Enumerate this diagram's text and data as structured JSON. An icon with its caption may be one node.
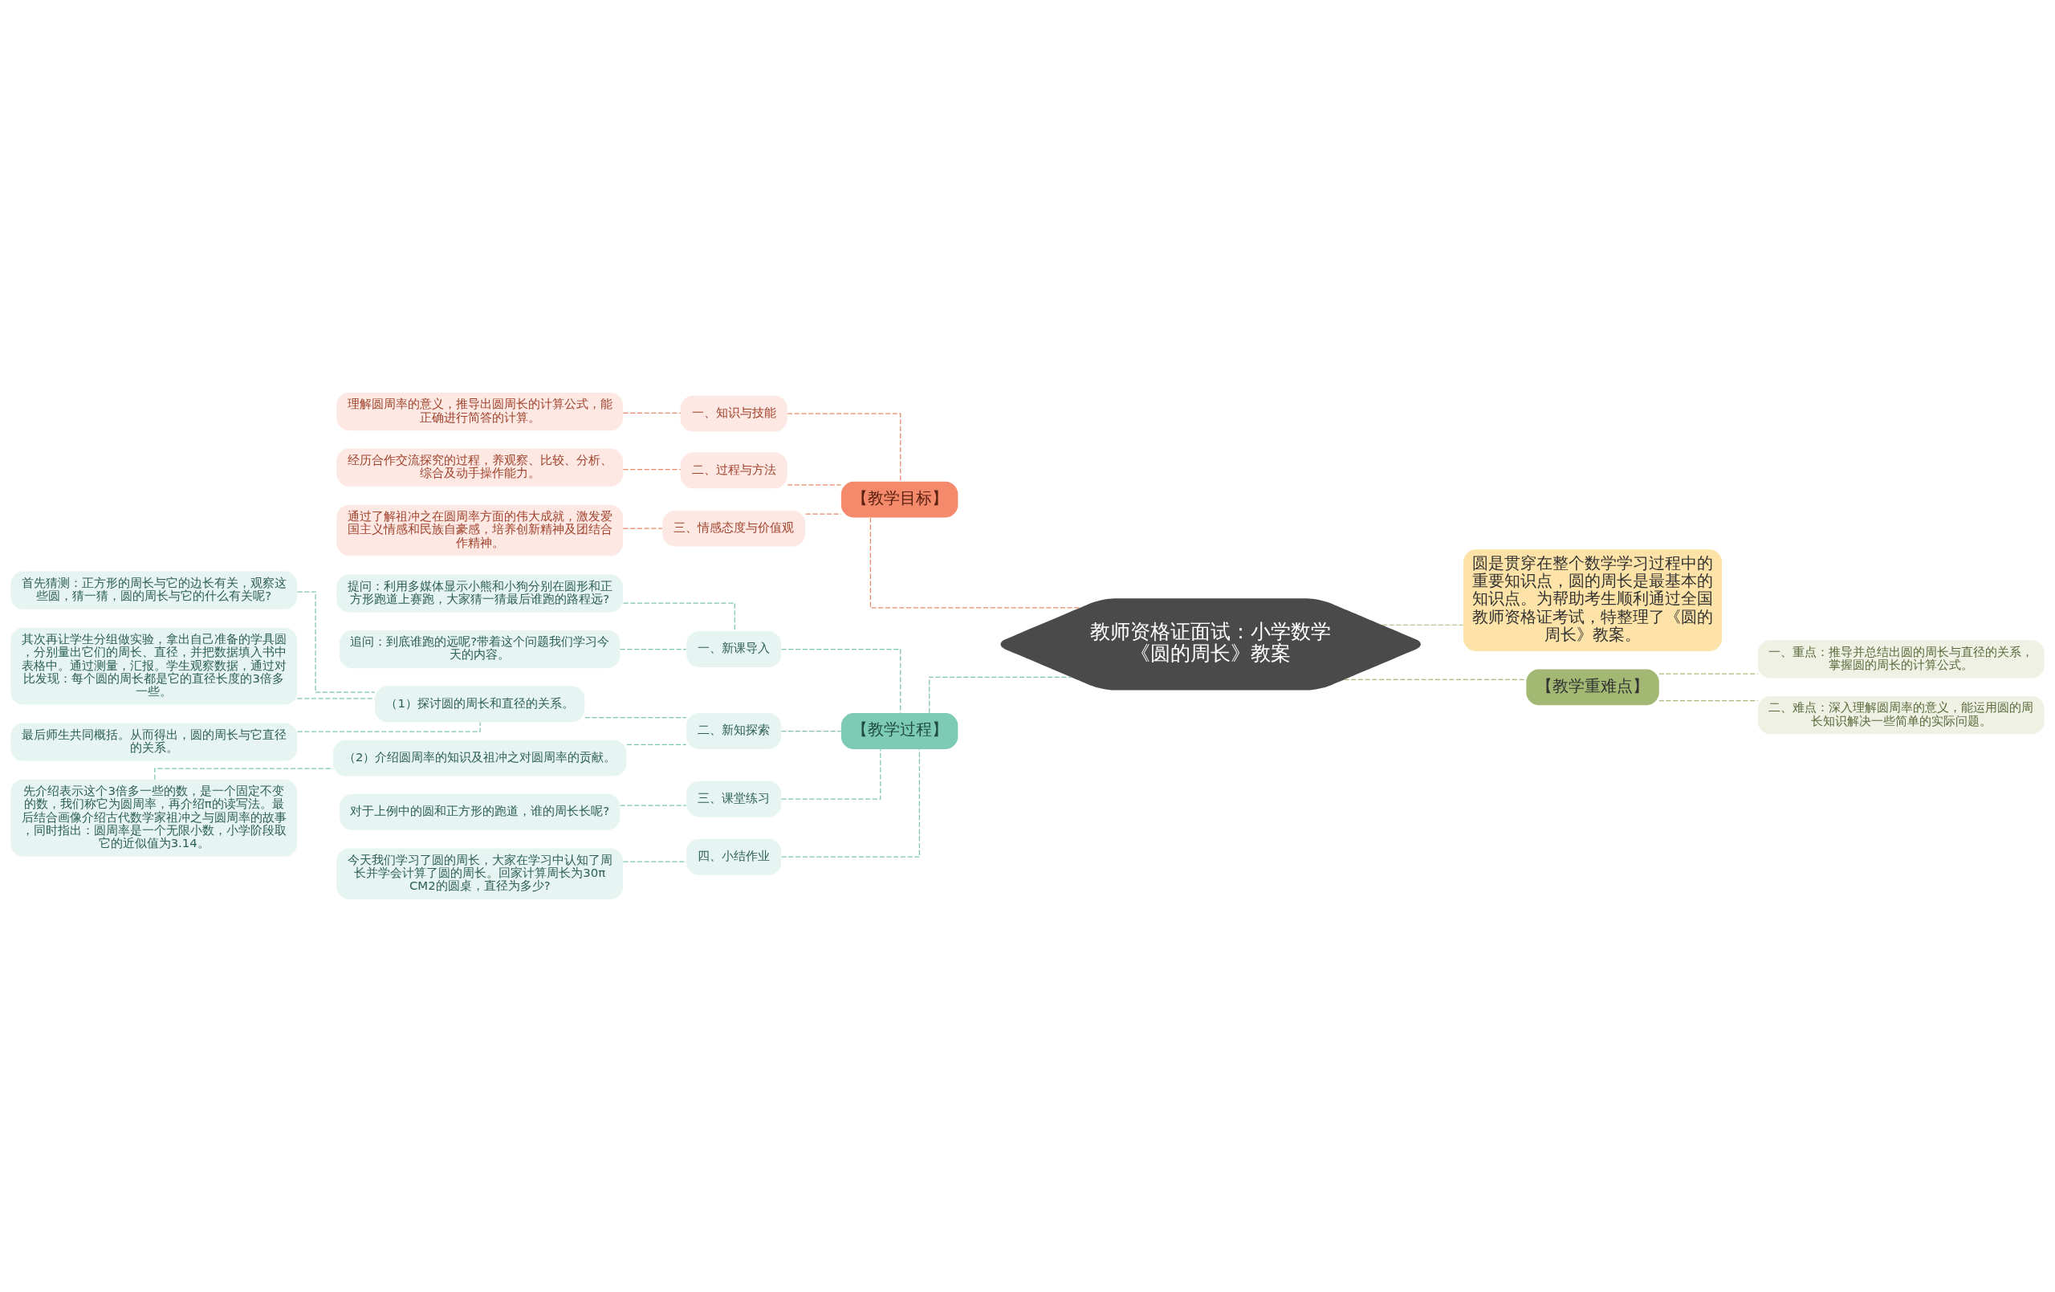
{
  "diagram": {
    "nodes": [
      {
        "text": [
          "教师资格证面试：小学数学《圆的周长》教案"
        ]
      },
      {
        "text": [
          "圆是贯穿在整个数学学习过程中的重要知识点，圆的周长是最基本的知识点。为帮助考生顺利通过全国教师资格证考试，特整理了《圆的周长》教案。"
        ]
      },
      {
        "text": [
          "【教学重难点】"
        ]
      },
      {
        "text": [
          "一、重点：推导并总结出圆的周长与直径的关系，掌握圆的周长的计算公式。"
        ]
      },
      {
        "text": [
          "二、难点：深入理解圆周率的意义，能运用圆的周长知识解决一些简单的实际问题。"
        ]
      },
      {
        "text": [
          "【教学目标】"
        ]
      },
      {
        "text": [
          "一、知识与技能"
        ]
      },
      {
        "text": [
          "理解圆周率的意义，推导出圆周长的计算公式，能正确进行简答的计算。"
        ]
      },
      {
        "text": [
          "二、过程与方法"
        ]
      },
      {
        "text": [
          "经历合作交流探究的过程，养观察、比较、分析、综合及动手操作能力。"
        ]
      },
      {
        "text": [
          "三、情感态度与价值观"
        ]
      },
      {
        "text": [
          "通过了解祖冲之在圆周率方面的伟大成就，激发爱国主义情感和民族自豪感，培养创新精神及团结合作精神。"
        ]
      },
      {
        "text": [
          "【教学过程】"
        ]
      },
      {
        "text": [
          "一、新课导入"
        ]
      },
      {
        "text": [
          "提问：利用多媒体显示小熊和小狗分别在圆形和正方形跑道上赛跑，大家猜一猜最后谁跑的路程远?"
        ]
      },
      {
        "text": [
          "追问：到底谁跑的远呢?带着这个问题我们学习今天的内容。"
        ]
      },
      {
        "text": [
          "二、新知探索"
        ]
      },
      {
        "text": [
          "（1）探讨圆的周长和直径的关系。"
        ]
      },
      {
        "text": [
          "首先猜测：正方形的周长与它的边长有关，观察这些圆，猜一猜，圆的周长与它的什么有关呢?"
        ]
      },
      {
        "text": [
          "其次再让学生分组做实验，拿出自己准备的学具圆，分别量出它们的周长、直径，并把数据填入书中表格中。通过测量，汇报。学生观察数据，通过对比发现：每个圆的周长都是它的直径长度的3倍多一些。"
        ]
      },
      {
        "text": [
          "最后师生共同概括。从而得出，圆的周长与它直径的关系。"
        ]
      },
      {
        "text": [
          "（2）介绍圆周率的知识及祖冲之对圆周率的贡献。"
        ]
      },
      {
        "text": [
          "先介绍表示这个3倍多一些的数，是一个固定不变的数，我们称它为圆周率，再介绍π的读写法。最后结合画像介绍古代数学家祖冲之与圆周率的故事，同时指出：圆周率是一个无限小数，小学阶段取它的近似值为3.14。"
        ]
      },
      {
        "text": [
          "三、课堂练习"
        ]
      },
      {
        "text": [
          "对于上例中的圆和正方形的跑道，谁的周长长呢?"
        ]
      },
      {
        "text": [
          "四、小结作业"
        ]
      },
      {
        "text": [
          "今天我们学习了圆的周长，大家在学习中认知了周长并学会计算了圆的周长。回家计算周长为30πCM2的圆桌，直径为多少?"
        ]
      }
    ],
    "edges": [
      {
        "from": 0,
        "to": 1,
        "arrow": "none",
        "style": "dashed",
        "color": "#a8b97a"
      },
      {
        "from": 0,
        "to": 2,
        "arrow": "none",
        "style": "dashed",
        "color": "#a8b97a"
      },
      {
        "from": 2,
        "to": 3,
        "arrow": "none",
        "style": "dashed",
        "color": "#a8b97a"
      },
      {
        "from": 2,
        "to": 4,
        "arrow": "none",
        "style": "dashed",
        "color": "#a8b97a"
      },
      {
        "from": 0,
        "to": 5,
        "arrow": "none",
        "style": "dashed",
        "color": "#e8896b"
      },
      {
        "from": 5,
        "to": 6,
        "arrow": "none",
        "style": "dashed",
        "color": "#e8896b"
      },
      {
        "from": 6,
        "to": 7,
        "arrow": "none",
        "style": "dashed",
        "color": "#e8896b"
      },
      {
        "from": 5,
        "to": 8,
        "arrow": "none",
        "style": "dashed",
        "color": "#e8896b"
      },
      {
        "from": 8,
        "to": 9,
        "arrow": "none",
        "style": "dashed",
        "color": "#e8896b"
      },
      {
        "from": 5,
        "to": 10,
        "arrow": "none",
        "style": "dashed",
        "color": "#e8896b"
      },
      {
        "from": 10,
        "to": 11,
        "arrow": "none",
        "style": "dashed",
        "color": "#e8896b"
      },
      {
        "from": 0,
        "to": 12,
        "arrow": "none",
        "style": "dashed"
      },
      {
        "from": 12,
        "to": 13,
        "arrow": "none",
        "style": "dashed"
      },
      {
        "from": 13,
        "to": 14,
        "arrow": "none",
        "style": "dashed"
      },
      {
        "from": 13,
        "to": 15,
        "arrow": "none",
        "style": "dashed"
      },
      {
        "from": 12,
        "to": 16,
        "arrow": "none",
        "style": "dashed"
      },
      {
        "from": 16,
        "to": 17,
        "arrow": "none",
        "style": "dashed"
      },
      {
        "from": 17,
        "to": 18,
        "arrow": "none",
        "style": "dashed"
      },
      {
        "from": 17,
        "to": 19,
        "arrow": "none",
        "style": "dashed"
      },
      {
        "from": 17,
        "to": 20,
        "arrow": "none",
        "style": "dashed"
      },
      {
        "from": 16,
        "to": 21,
        "arrow": "none",
        "style": "dashed"
      },
      {
        "from": 21,
        "to": 22,
        "arrow": "none",
        "style": "dashed"
      },
      {
        "from": 12,
        "to": 23,
        "arrow": "none",
        "style": "dashed"
      },
      {
        "from": 23,
        "to": 24,
        "arrow": "none",
        "style": "dashed"
      },
      {
        "from": 12,
        "to": 25,
        "arrow": "none",
        "style": "dashed"
      },
      {
        "from": 25,
        "to": 26,
        "arrow": "none",
        "style": "dashed"
      }
    ]
  }
}
